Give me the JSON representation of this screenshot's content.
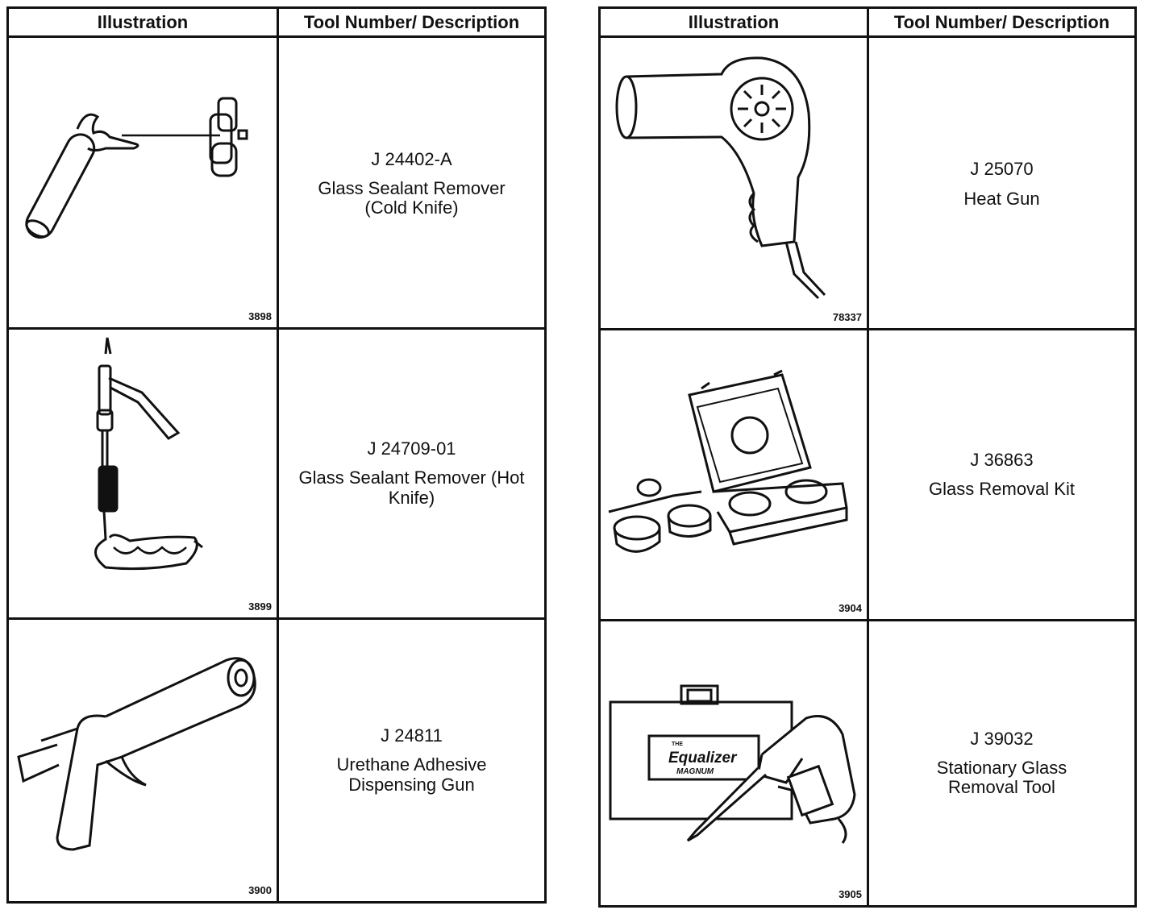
{
  "left_table": {
    "header_illustration": "Illustration",
    "header_description": "Tool Number/ Description",
    "rows": [
      {
        "fig": "3898",
        "number": "J 24402-A",
        "name": "Glass Sealant Remover\n(Cold Knife)",
        "icon": "cold-knife-icon"
      },
      {
        "fig": "3899",
        "number": "J 24709-01",
        "name": "Glass Sealant Remover (Hot\nKnife)",
        "icon": "hot-knife-icon"
      },
      {
        "fig": "3900",
        "number": "J 24811",
        "name": "Urethane Adhesive\nDispensing Gun",
        "icon": "caulk-gun-icon"
      }
    ]
  },
  "right_table": {
    "header_illustration": "Illustration",
    "header_description": "Tool Number/ Description",
    "rows": [
      {
        "fig": "78337",
        "number": "J 25070",
        "name": "Heat Gun",
        "icon": "heat-gun-icon"
      },
      {
        "fig": "3904",
        "number": "J 36863",
        "name": "Glass Removal Kit",
        "icon": "removal-kit-icon"
      },
      {
        "fig": "3905",
        "number": "J 39032",
        "name": "Stationary Glass\nRemoval Tool",
        "icon": "equalizer-tool-icon"
      }
    ],
    "box_label_small": "THE",
    "box_label_main": "Equalizer",
    "box_label_sub": "MAGNUM"
  }
}
